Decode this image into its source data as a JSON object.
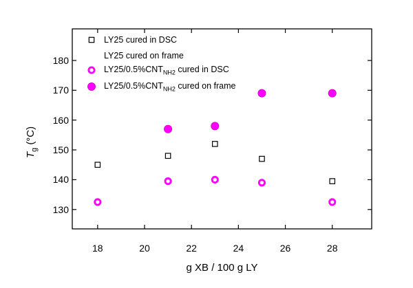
{
  "figure": {
    "background": "#ffffff",
    "x_label": "g XB / 100 g LY",
    "y_label": {
      "t": "T",
      "sub": "g",
      "rest": " (°C)"
    },
    "legend": {
      "items": [
        {
          "marker": "open-square",
          "pre": "LY25 cured in DSC",
          "sub": "",
          "post": ""
        },
        {
          "marker": "none",
          "pre": "LY25 cured on frame",
          "sub": "",
          "post": ""
        },
        {
          "marker": "open-circle",
          "pre": "LY25/0.5%CNT",
          "sub": "NH2",
          "post": " cured in DSC"
        },
        {
          "marker": "filled-circle",
          "pre": "LY25/0.5%CNT",
          "sub": "NH2",
          "post": " cured on frame"
        }
      ]
    },
    "colors": {
      "accent_magenta": "#ff00ff",
      "axis_black": "#000000"
    }
  },
  "chart_data": {
    "type": "scatter",
    "title": "",
    "xlabel": "g XB / 100 g LY",
    "ylabel": "Tg (°C)",
    "xlim": [
      16.92,
      29.68
    ],
    "ylim": [
      123.5,
      190.6
    ],
    "xticks": [
      18,
      20,
      22,
      24,
      26,
      28
    ],
    "yticks": [
      130,
      140,
      150,
      160,
      170,
      180
    ],
    "grid": false,
    "legend_position": "inside top-left",
    "series": [
      {
        "name": "LY25 cured in DSC",
        "marker": "open-square",
        "color": "#000000",
        "points": [
          [
            18,
            145
          ],
          [
            21,
            148
          ],
          [
            23,
            152
          ],
          [
            25,
            147
          ],
          [
            28,
            139.5
          ]
        ]
      },
      {
        "name": "LY25 cured on frame",
        "marker": "none-visible",
        "color": "#000000",
        "points": []
      },
      {
        "name": "LY25/0.5%CNT-NH2 cured in DSC",
        "marker": "open-circle",
        "color": "#ff00ff",
        "points": [
          [
            18,
            132.5
          ],
          [
            21,
            139.5
          ],
          [
            23,
            140
          ],
          [
            25,
            139
          ],
          [
            28,
            132.5
          ]
        ]
      },
      {
        "name": "LY25/0.5%CNT-NH2 cured on frame",
        "marker": "filled-circle",
        "color": "#ff00ff",
        "points": [
          [
            21,
            157
          ],
          [
            23,
            158
          ],
          [
            25,
            169
          ],
          [
            28,
            169
          ]
        ]
      }
    ]
  }
}
